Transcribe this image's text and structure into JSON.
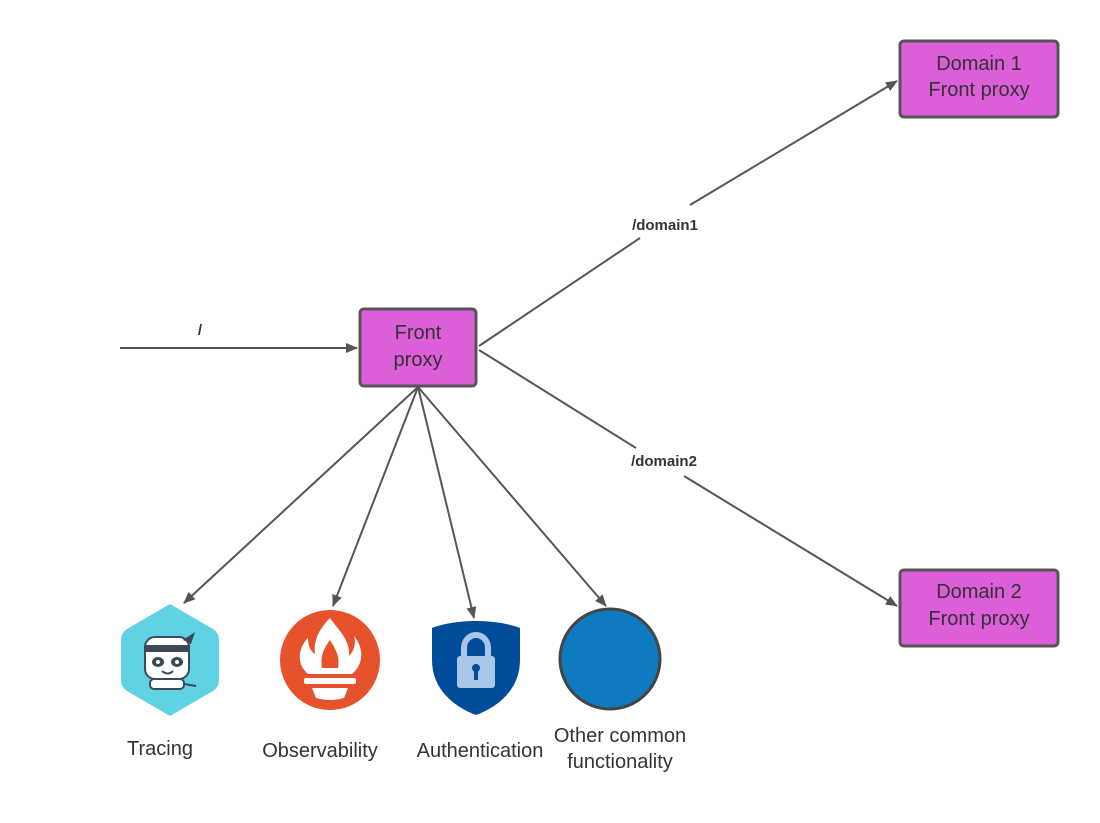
{
  "nodes": {
    "main_proxy": {
      "line1": "Front",
      "line2": "proxy"
    },
    "domain1_proxy": {
      "line1": "Domain 1",
      "line2": "Front proxy"
    },
    "domain2_proxy": {
      "line1": "Domain 2",
      "line2": "Front proxy"
    }
  },
  "routes": {
    "root": "/",
    "domain1": "/domain1",
    "domain2": "/domain2"
  },
  "functions": {
    "tracing": {
      "label": "Tracing",
      "icon": "tracing-mascot-icon"
    },
    "observability": {
      "label": "Observability",
      "icon": "prometheus-flame-icon"
    },
    "authentication": {
      "label": "Authentication",
      "icon": "padlock-shield-icon"
    },
    "other": {
      "line1": "Other common",
      "line2": "functionality",
      "icon": "circle-icon"
    }
  },
  "colors": {
    "proxy_fill": "#DD5ED9",
    "proxy_stroke": "#555555",
    "edge": "#555555",
    "tracing": "#5FD3E4",
    "observability": "#E6522C",
    "authentication_shield": "#004B9A",
    "authentication_lock": "#A9C5E8",
    "other_circle": "#0E7BC0"
  }
}
